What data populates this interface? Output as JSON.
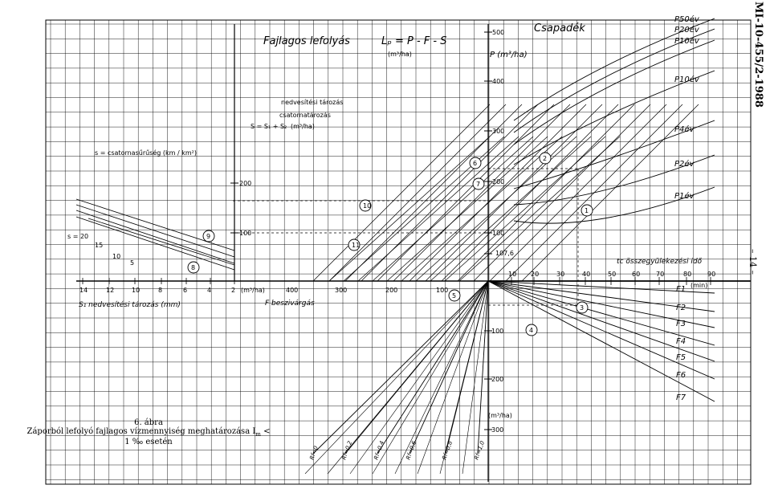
{
  "doc_id": "MI-10-455/2-1988",
  "page_number": "– 14 –",
  "caption": {
    "line1": "6. ábra",
    "line2": "Záporból lefolyó fajlagos vízmennyiség meghatározása I",
    "line2_sub": "m",
    "line2_end": " < 1 ‰ esetén"
  },
  "title": {
    "main": "Fajlagos lefolyás",
    "formula": "Lₚ = P - F - S",
    "unit": "(m³/ha)"
  },
  "precip": {
    "title": "Csapadék",
    "axis_label": "P (m³/ha)",
    "curves": [
      "P50év",
      "P20év",
      "P10év",
      "P10év",
      "P4év",
      "P2év",
      "P1év"
    ],
    "ticks": [
      "500",
      "400",
      "300",
      "200",
      "100"
    ],
    "marker_value": "107,6"
  },
  "storage": {
    "title": "nedvesítési tározás",
    "sub": "csatornatározás",
    "formula": "S = S₁ + S₂",
    "unit": "(m³/ha)",
    "density_label": "s = csatornasűrűség (km / km²)",
    "s_values": [
      "s = 20",
      "15",
      "10",
      "5"
    ],
    "left_ticks": [
      "200",
      "100"
    ]
  },
  "bottom_axis": {
    "s1_ticks": [
      "14",
      "12",
      "10",
      "8",
      "6",
      "4",
      "2"
    ],
    "s1_label": "S₁ nedvesítési tározás (mm)",
    "f_ticks": [
      "(m³/ha)",
      "400",
      "300",
      "200",
      "100"
    ],
    "f_label": "F beszivárgás"
  },
  "time_axis": {
    "label": "tc összegyülekezési idő",
    "unit": "(min)",
    "ticks": [
      "10",
      "20",
      "30",
      "40",
      "50",
      "60",
      "70",
      "80",
      "90"
    ]
  },
  "infiltration": {
    "curves": [
      "F1",
      "F2",
      "F3",
      "F4",
      "F5",
      "F6",
      "F7"
    ],
    "lower_ticks": [
      "100",
      "200",
      "300"
    ],
    "lower_unit": "(m³/ha)",
    "runoff_coeffs": [
      "Rf=0",
      "Rf=0,2",
      "Rf=0,4",
      "Rf=0,6",
      "Rf=0,8",
      "Rf=1,0"
    ]
  },
  "step_markers": [
    "1",
    "2",
    "3",
    "4",
    "5",
    "6",
    "7",
    "8",
    "9",
    "10",
    "11"
  ]
}
